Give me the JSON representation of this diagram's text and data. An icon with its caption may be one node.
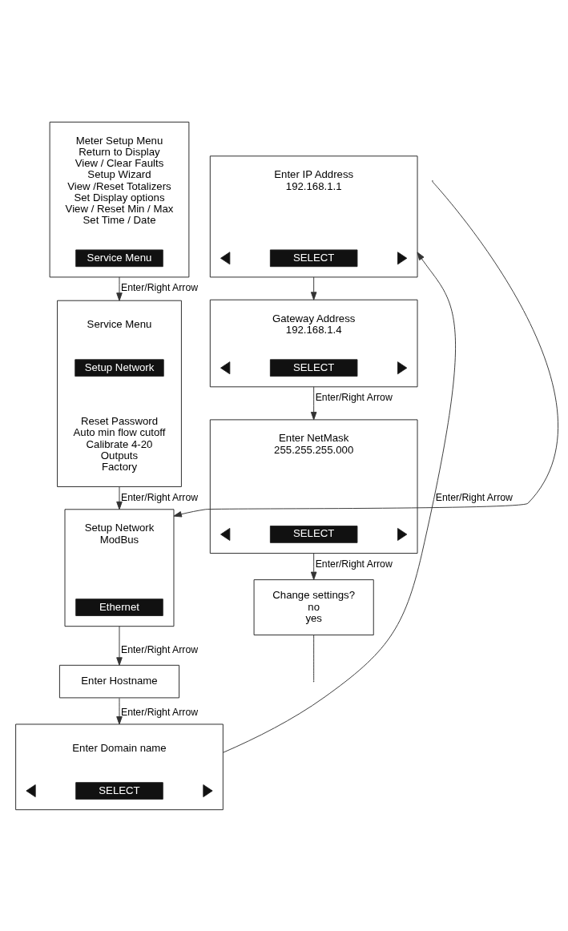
{
  "diagram": {
    "nodes": [
      {
        "text": [
          "Meter Setup Menu",
          "Return to Display",
          "View / Clear Faults",
          "Setup Wizard",
          "View /Reset Totalizers",
          "Set Display options",
          "View / Reset Min / Max",
          "Set Time / Date"
        ]
      },
      {
        "text": [
          "Service Menu"
        ],
        "in": 0
      },
      {
        "text": [
          "Service Menu",
          "Reset Password",
          "Auto min flow cutoff",
          "Calibrate 4-20",
          "Outputs",
          "Factory"
        ]
      },
      {
        "text": [
          "Setup Network"
        ],
        "in": 2
      },
      {
        "text": [
          "Setup Network",
          "ModBus"
        ]
      },
      {
        "text": [
          "Ethernet"
        ],
        "in": 4
      },
      {
        "text": [
          "Enter Hostname"
        ]
      },
      {
        "text": [
          "Enter Domain name"
        ]
      },
      {
        "text": [],
        "shape": "triangle",
        "in": 7
      },
      {
        "text": [
          "SELECT"
        ],
        "in": 7
      },
      {
        "text": [],
        "shape": "triangle",
        "in": 7
      },
      {
        "text": [
          "Enter IP Address",
          "192.168.1.1"
        ]
      },
      {
        "text": [],
        "shape": "triangle",
        "in": 11
      },
      {
        "text": [
          "SELECT"
        ],
        "in": 11
      },
      {
        "text": [],
        "shape": "triangle",
        "in": 11
      },
      {
        "text": [
          "Gateway Address",
          "192.168.1.4"
        ]
      },
      {
        "text": [],
        "shape": "triangle",
        "in": 15
      },
      {
        "text": [
          "SELECT"
        ],
        "in": 15
      },
      {
        "text": [],
        "shape": "triangle",
        "in": 15
      },
      {
        "text": [
          "Enter NetMask",
          "255.255.255.000"
        ]
      },
      {
        "text": [],
        "shape": "triangle",
        "in": 19
      },
      {
        "text": [
          "SELECT"
        ],
        "in": 19
      },
      {
        "text": [],
        "shape": "triangle",
        "in": 19
      },
      {
        "text": [
          "Change settings?",
          "no",
          "yes"
        ]
      }
    ],
    "edges": [
      {
        "from": 0,
        "to": 2,
        "arrow": "to",
        "label": "Enter/Right Arrow"
      },
      {
        "from": 2,
        "to": 4,
        "arrow": "to",
        "label": "Enter/Right Arrow"
      },
      {
        "from": 4,
        "to": 6,
        "arrow": "to",
        "label": "Enter/Right Arrow"
      },
      {
        "from": 6,
        "to": 7,
        "arrow": "to",
        "label": "Enter/Right Arrow"
      },
      {
        "from": 7,
        "to": 11,
        "arrow": "to",
        "label": "Enter/Right Arrow"
      },
      {
        "from": 11,
        "to": 15,
        "arrow": "to"
      },
      {
        "from": 15,
        "to": 19,
        "arrow": "to",
        "label": "Enter/Right Arrow"
      },
      {
        "from": 19,
        "to": 23,
        "arrow": "to",
        "label": "Enter/Right Arrow"
      },
      {
        "from": 23,
        "to": null,
        "arrow": "none"
      },
      {
        "from": null,
        "to": 4,
        "arrow": "to"
      }
    ]
  }
}
